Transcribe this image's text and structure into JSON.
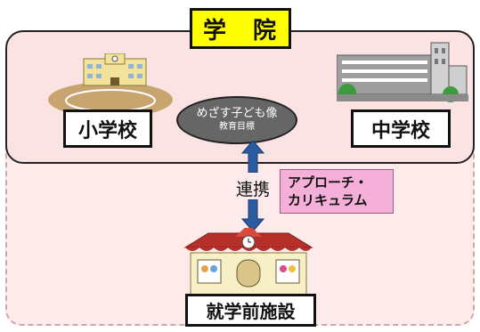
{
  "title": "学　院",
  "elementary": "小学校",
  "junior_high": "中学校",
  "goal_line1": "めざす子ども像",
  "goal_line2": "教育目標",
  "link": "連携",
  "curriculum_line1": "アプローチ・",
  "curriculum_line2": "カリキュラム",
  "preschool": "就学前施設",
  "colors": {
    "title_bg": "#ffff00",
    "upper_panel": "#fbe3e3",
    "lower_panel": "#fdebeb",
    "ellipse": "#666666",
    "arrow": "#2c5aa0",
    "curriculum_bg": "#f4b0d8",
    "roof": "#b5302b"
  }
}
